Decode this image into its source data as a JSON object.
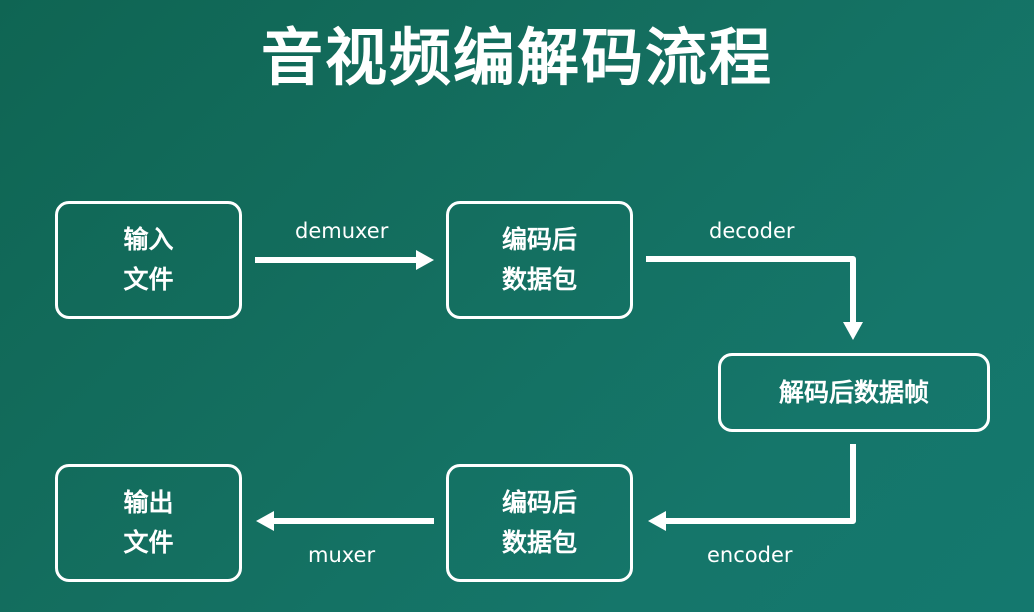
{
  "title": "音视频编解码流程",
  "nodes": {
    "input_file": [
      "输入",
      "文件"
    ],
    "encoded_packet_top": [
      "编码后",
      "数据包"
    ],
    "decoded_frame": [
      "解码后数据帧"
    ],
    "encoded_packet_bottom": [
      "编码后",
      "数据包"
    ],
    "output_file": [
      "输出",
      "文件"
    ]
  },
  "edges": {
    "demuxer": "demuxer",
    "decoder": "decoder",
    "encoder": "encoder",
    "muxer": "muxer"
  },
  "colors": {
    "background_start": "#0f6553",
    "background_end": "#14786e",
    "foreground": "#ffffff"
  }
}
